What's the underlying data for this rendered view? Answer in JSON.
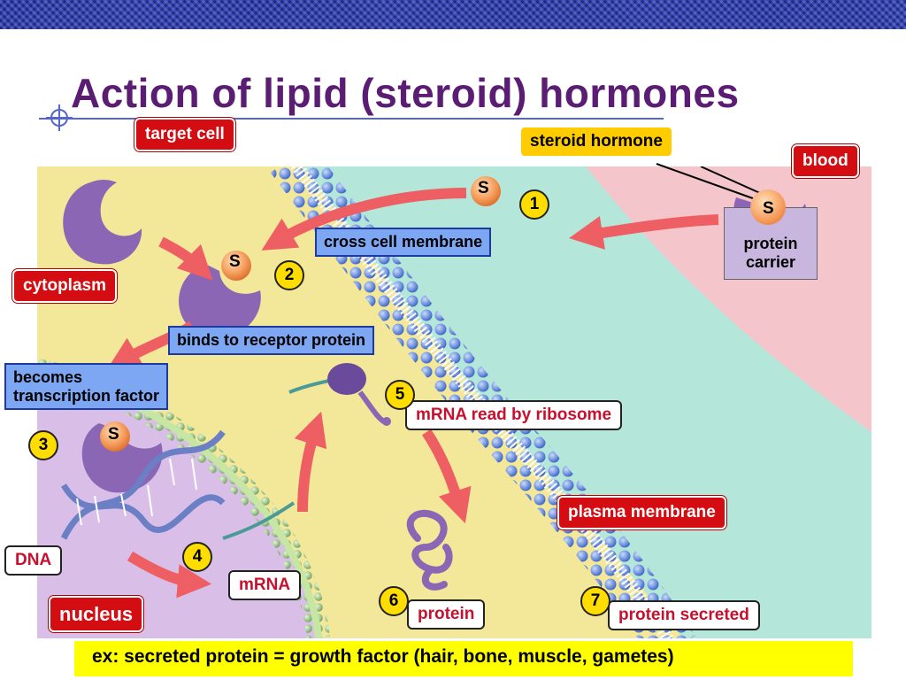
{
  "title": "Action of lipid (steroid) hormones",
  "labels": {
    "target_cell": "target cell",
    "steroid_hormone": "steroid hormone",
    "blood": "blood",
    "cytoplasm": "cytoplasm",
    "nucleus": "nucleus",
    "plasma_membrane": "plasma membrane",
    "cross_cell_membrane": "cross cell membrane",
    "binds_receptor": "binds to receptor protein",
    "becomes_line1": "becomes",
    "becomes_line2": "transcription factor",
    "mrna_read": "mRNA read by ribosome",
    "dna": "DNA",
    "mrna": "mRNA",
    "protein": "protein",
    "protein_secreted": "protein secreted",
    "protein_carrier_line1": "protein",
    "protein_carrier_line2": "carrier"
  },
  "steps": [
    "1",
    "2",
    "3",
    "4",
    "5",
    "6",
    "7"
  ],
  "hormone_symbol": "S",
  "note": "ex: secreted protein = growth factor (hair, bone, muscle, gametes)",
  "colors": {
    "title": "#5a1d73",
    "red_label": "#d40d12",
    "yellow_label": "#ffcc00",
    "blue_label": "#7da7f2",
    "cytoplasm": "#f3e79a",
    "extracellular": "#b5e6da",
    "blood": "#f4c6cc",
    "nucleus": "#d9bfe8",
    "arrow": "#ee5f63"
  }
}
